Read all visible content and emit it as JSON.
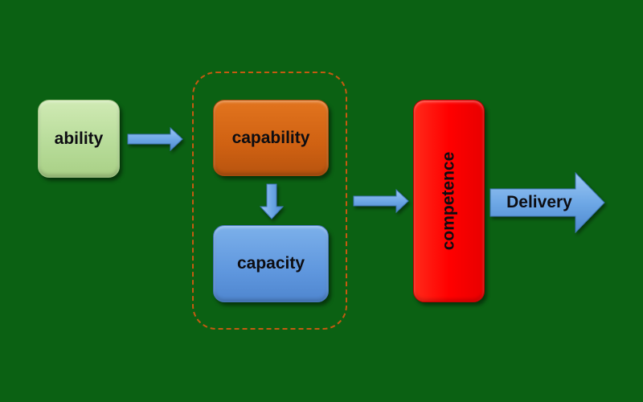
{
  "nodes": {
    "ability": "ability",
    "capability": "capability",
    "capacity": "capacity",
    "competence": "competence",
    "delivery": "Delivery"
  },
  "colors": {
    "background": "#0b6113",
    "ability_fill": "#b8dc9a",
    "capability_fill": "#cf6112",
    "capacity_fill": "#5f97de",
    "competence_fill": "#ff0000",
    "arrow_fill": "#6ea8e6",
    "group_frame": "#c55a11"
  },
  "edges": [
    {
      "from": "ability",
      "to": "capability"
    },
    {
      "from": "capability",
      "to": "capacity"
    },
    {
      "from": "capacity",
      "to": "competence"
    },
    {
      "from": "competence",
      "to": "delivery"
    }
  ]
}
